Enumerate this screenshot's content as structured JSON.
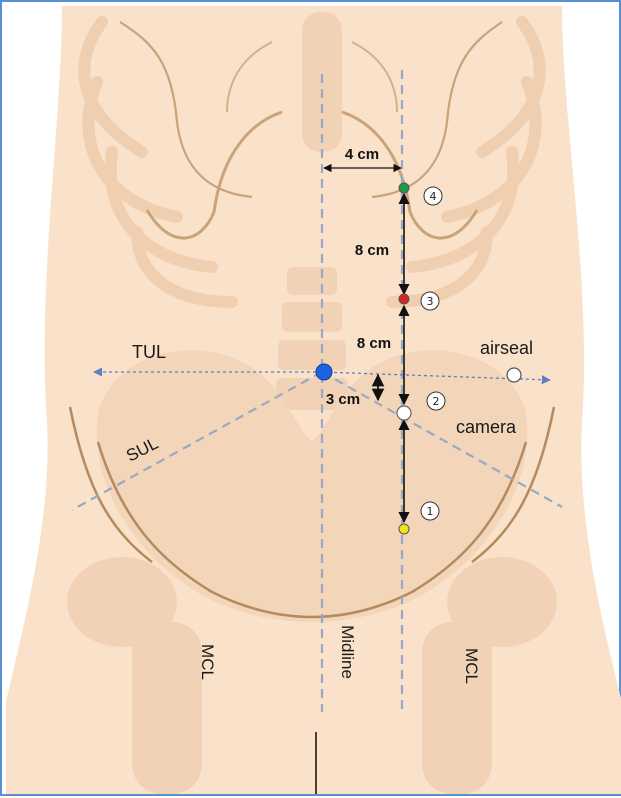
{
  "labels": {
    "tul": "TUL",
    "sul": "SUL",
    "mcl_left": "MCL",
    "mcl_right": "MCL",
    "midline": "Midline",
    "airseal": "airseal",
    "camera": "camera"
  },
  "measurements": {
    "lateral": "4 cm",
    "port4_to_port3": "8 cm",
    "port3_to_camera": "8 cm",
    "umbilicus_offset": "3 cm"
  },
  "ports": [
    {
      "number": "4",
      "color": "#1e9a4c"
    },
    {
      "number": "3",
      "color": "#d62323"
    },
    {
      "number": "2",
      "color": "#ffffff"
    },
    {
      "number": "1",
      "color": "#f2e311"
    }
  ],
  "markers": {
    "umbilicus_color": "#1e63e0",
    "airseal_color": "#ffffff"
  },
  "colors": {
    "skin": "#fae1c9",
    "bone": "#f1d2b6",
    "rib_outline": "#b58a5e",
    "guide_line": "#9aa8c4",
    "tul_line": "#5a7fc2",
    "frame": "#5b8fd4"
  }
}
